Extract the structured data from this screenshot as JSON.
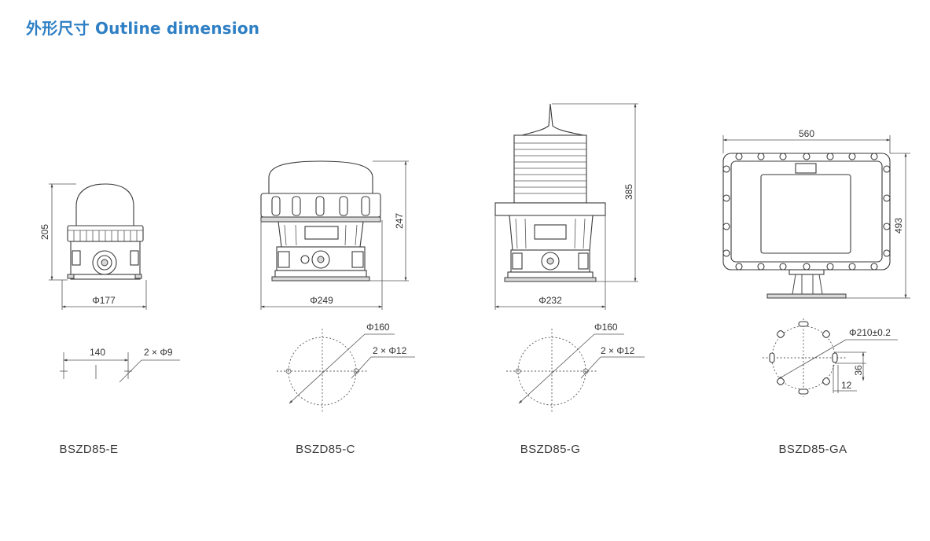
{
  "heading": "外形尺寸 Outline dimension",
  "products": [
    {
      "model": "BSZD85-E",
      "height": "205",
      "diameter": "Φ177",
      "mount_spacing": "140",
      "holes": "2 × Φ9"
    },
    {
      "model": "BSZD85-C",
      "height": "247",
      "diameter": "Φ249",
      "pcd": "Φ160",
      "holes": "2 × Φ12"
    },
    {
      "model": "BSZD85-G",
      "height": "385",
      "diameter": "Φ232",
      "pcd": "Φ160",
      "holes": "2 × Φ12"
    },
    {
      "model": "BSZD85-GA",
      "width": "560",
      "height": "493",
      "pcd": "Φ210±0.2",
      "slot_length": "36",
      "slot_width": "12"
    }
  ]
}
